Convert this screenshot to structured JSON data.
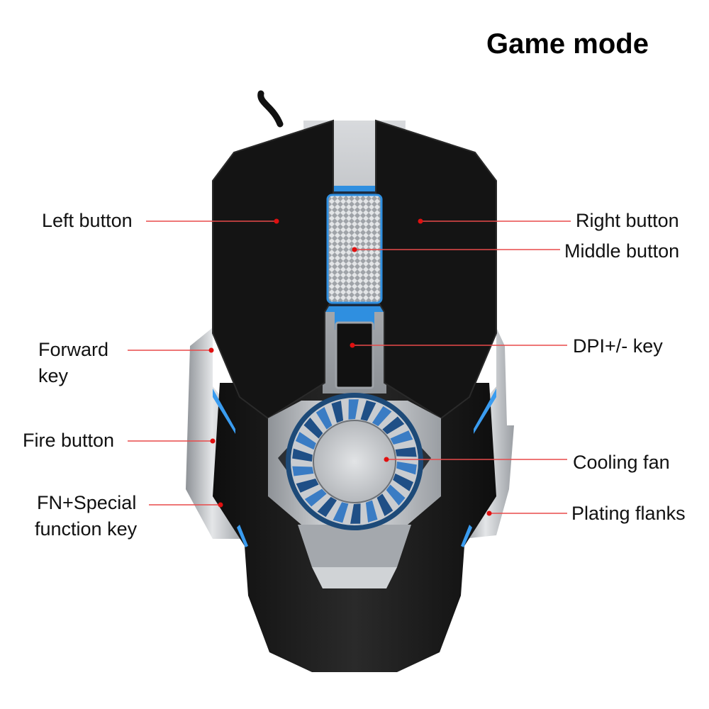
{
  "title": "Game mode",
  "labels": {
    "left_button": "Left button",
    "right_button": "Right button",
    "middle_button": "Middle button",
    "forward_key_line1": "Forward",
    "forward_key_line2": "key",
    "dpi_key": "DPI+/- key",
    "fire_button": "Fire button",
    "cooling_fan": "Cooling fan",
    "fn_line1": "FN+Special",
    "fn_line2": "function key",
    "plating_flanks": "Plating flanks"
  },
  "colors": {
    "leader_line": "#e84a4a",
    "marker_dot": "#e01010",
    "mouse_body": "#151515",
    "plating": "#b9bcc0",
    "led_glow": "#2f8fe0"
  }
}
